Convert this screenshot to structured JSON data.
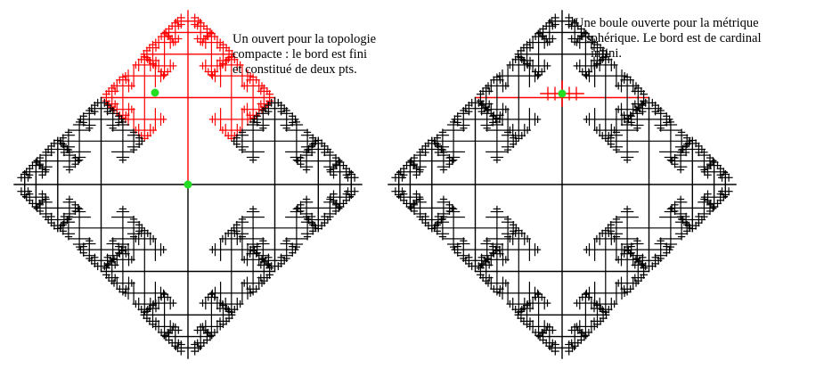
{
  "colors": {
    "tree": "#000000",
    "highlight": "#ff0000",
    "marker": "#22dd22",
    "background": "#ffffff"
  },
  "figures": [
    {
      "id": "left",
      "caption_lines": [
        "Un ouvert pour la topologie",
        "compacte : le bord est fini",
        "et constitué de deux pts."
      ],
      "highlight": "open set of the compact topology, bounded by two points",
      "marker_count": 2
    },
    {
      "id": "right",
      "caption_lines": [
        "Une boule ouverte pour la métrique",
        "sphérique. Le bord est de cardinal",
        "infini."
      ],
      "highlight": "open ball of the spherical metric",
      "marker_count": 1
    }
  ]
}
